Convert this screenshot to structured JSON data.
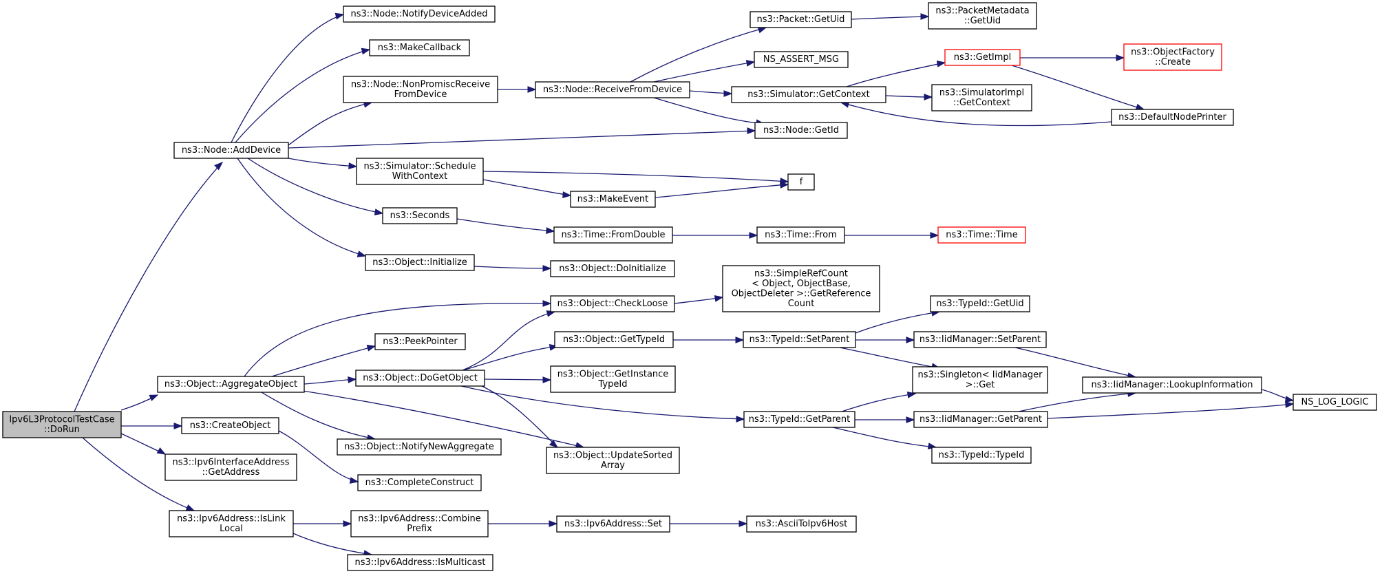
{
  "colors": {
    "edge": "#191970",
    "node_border": "#000000",
    "node_fill": "#ffffff",
    "root_fill": "#bfbfbf",
    "root_border": "#000000",
    "truncated_border": "#ff0000",
    "root_edge": "#a0a0a0"
  },
  "nodes": [
    {
      "id": "dorun",
      "lines": [
        "Ipv6L3ProtocolTestCase",
        "::DoRun"
      ],
      "kind": "root"
    },
    {
      "id": "node_adddevice",
      "lines": [
        "ns3::Node::AddDevice"
      ]
    },
    {
      "id": "node_notifydeviceadded",
      "lines": [
        "ns3::Node::NotifyDeviceAdded"
      ]
    },
    {
      "id": "makecallback",
      "lines": [
        "ns3::MakeCallback"
      ]
    },
    {
      "id": "node_nonpromisc",
      "lines": [
        "ns3::Node::NonPromiscReceive",
        "FromDevice"
      ]
    },
    {
      "id": "node_receivefromdevice",
      "lines": [
        "ns3::Node::ReceiveFromDevice"
      ]
    },
    {
      "id": "packet_getuid",
      "lines": [
        "ns3::Packet::GetUid"
      ]
    },
    {
      "id": "packetmetadata_getuid",
      "lines": [
        "ns3::PacketMetadata",
        "::GetUid"
      ]
    },
    {
      "id": "ns_assert_msg",
      "lines": [
        "NS_ASSERT_MSG"
      ]
    },
    {
      "id": "simulator_getcontext",
      "lines": [
        "ns3::Simulator::GetContext"
      ]
    },
    {
      "id": "getimpl",
      "lines": [
        "ns3::GetImpl"
      ],
      "kind": "truncated"
    },
    {
      "id": "objectfactory_create",
      "lines": [
        "ns3::ObjectFactory",
        "::Create"
      ],
      "kind": "truncated"
    },
    {
      "id": "simulatorimpl_getcontext",
      "lines": [
        "ns3::SimulatorImpl",
        "::GetContext"
      ]
    },
    {
      "id": "defaultnodeprinter",
      "lines": [
        "ns3::DefaultNodePrinter"
      ]
    },
    {
      "id": "node_getid",
      "lines": [
        "ns3::Node::GetId"
      ]
    },
    {
      "id": "simulator_schedule",
      "lines": [
        "ns3::Simulator::Schedule",
        "WithContext"
      ]
    },
    {
      "id": "f",
      "lines": [
        "f"
      ]
    },
    {
      "id": "makeevent",
      "lines": [
        "ns3::MakeEvent"
      ]
    },
    {
      "id": "seconds",
      "lines": [
        "ns3::Seconds"
      ]
    },
    {
      "id": "time_fromdouble",
      "lines": [
        "ns3::Time::FromDouble"
      ]
    },
    {
      "id": "time_from",
      "lines": [
        "ns3::Time::From"
      ]
    },
    {
      "id": "time_time",
      "lines": [
        "ns3::Time::Time"
      ],
      "kind": "truncated"
    },
    {
      "id": "object_initialize",
      "lines": [
        "ns3::Object::Initialize"
      ]
    },
    {
      "id": "object_doinitialize",
      "lines": [
        "ns3::Object::DoInitialize"
      ]
    },
    {
      "id": "simplerefcount",
      "lines": [
        "ns3::SimpleRefCount",
        "< Object, ObjectBase,",
        "ObjectDeleter >::GetReference",
        "Count"
      ]
    },
    {
      "id": "object_checkloose",
      "lines": [
        "ns3::Object::CheckLoose"
      ]
    },
    {
      "id": "peekpointer",
      "lines": [
        "ns3::PeekPointer"
      ]
    },
    {
      "id": "object_gettypeid",
      "lines": [
        "ns3::Object::GetTypeId"
      ]
    },
    {
      "id": "typeid_setparent",
      "lines": [
        "ns3::TypeId::SetParent"
      ]
    },
    {
      "id": "typeid_getuid",
      "lines": [
        "ns3::TypeId::GetUid"
      ]
    },
    {
      "id": "iidmanager_setparent",
      "lines": [
        "ns3::IidManager::SetParent"
      ]
    },
    {
      "id": "object_aggregateobject",
      "lines": [
        "ns3::Object::AggregateObject"
      ]
    },
    {
      "id": "object_dogetobject",
      "lines": [
        "ns3::Object::DoGetObject"
      ]
    },
    {
      "id": "object_getinstancetypeid",
      "lines": [
        "ns3::Object::GetInstance",
        "TypeId"
      ]
    },
    {
      "id": "singleton_get",
      "lines": [
        "ns3::Singleton< IidManager",
        ">::Get"
      ]
    },
    {
      "id": "iidmanager_lookupinformation",
      "lines": [
        "ns3::IidManager::LookupInformation"
      ]
    },
    {
      "id": "ns_log_logic",
      "lines": [
        "NS_LOG_LOGIC"
      ]
    },
    {
      "id": "createobject",
      "lines": [
        "ns3::CreateObject"
      ]
    },
    {
      "id": "typeid_getparent",
      "lines": [
        "ns3::TypeId::GetParent"
      ]
    },
    {
      "id": "iidmanager_getparent",
      "lines": [
        "ns3::IidManager::GetParent"
      ]
    },
    {
      "id": "object_notifynewaggregate",
      "lines": [
        "ns3::Object::NotifyNewAggregate"
      ]
    },
    {
      "id": "object_updatesortedarray",
      "lines": [
        "ns3::Object::UpdateSorted",
        "Array"
      ]
    },
    {
      "id": "typeid_typeid",
      "lines": [
        "ns3::TypeId::TypeId"
      ]
    },
    {
      "id": "ipv6interfaceaddress_getaddress",
      "lines": [
        "ns3::Ipv6InterfaceAddress",
        "::GetAddress"
      ]
    },
    {
      "id": "completeconstruct",
      "lines": [
        "ns3::CompleteConstruct"
      ]
    },
    {
      "id": "ipv6address_islinklocal",
      "lines": [
        "ns3::Ipv6Address::IsLink",
        "Local"
      ]
    },
    {
      "id": "ipv6address_combineprefix",
      "lines": [
        "ns3::Ipv6Address::Combine",
        "Prefix"
      ]
    },
    {
      "id": "ipv6address_set",
      "lines": [
        "ns3::Ipv6Address::Set"
      ]
    },
    {
      "id": "asciitoipv6host",
      "lines": [
        "ns3::AsciiToIpv6Host"
      ]
    },
    {
      "id": "ipv6address_ismulticast",
      "lines": [
        "ns3::Ipv6Address::IsMulticast"
      ]
    }
  ]
}
